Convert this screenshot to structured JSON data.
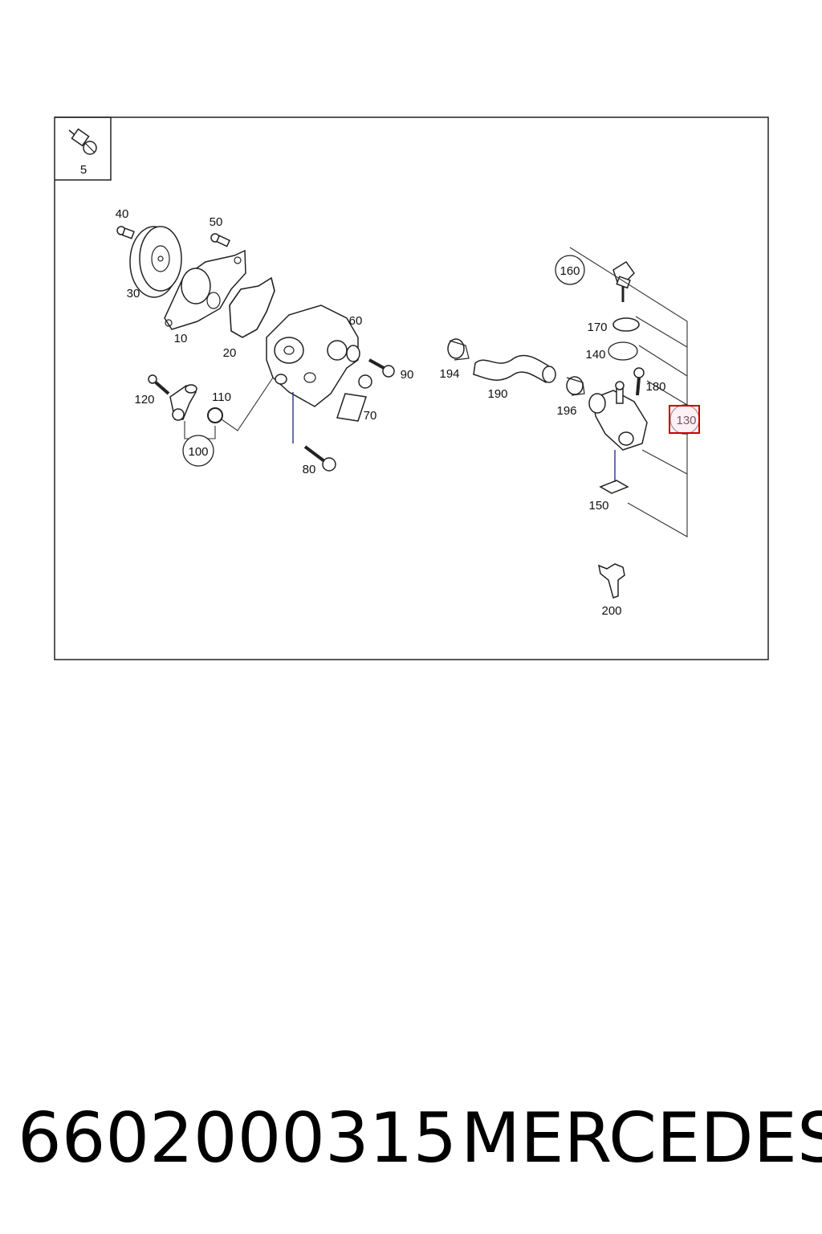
{
  "inset": {
    "label": "5"
  },
  "callouts": [
    {
      "id": "10",
      "label": "10"
    },
    {
      "id": "20",
      "label": "20"
    },
    {
      "id": "30",
      "label": "30"
    },
    {
      "id": "40",
      "label": "40"
    },
    {
      "id": "50",
      "label": "50"
    },
    {
      "id": "60",
      "label": "60"
    },
    {
      "id": "70",
      "label": "70"
    },
    {
      "id": "80",
      "label": "80"
    },
    {
      "id": "90",
      "label": "90"
    },
    {
      "id": "100",
      "label": "100"
    },
    {
      "id": "110",
      "label": "110"
    },
    {
      "id": "120",
      "label": "120"
    },
    {
      "id": "130",
      "label": "130"
    },
    {
      "id": "140",
      "label": "140"
    },
    {
      "id": "150",
      "label": "150"
    },
    {
      "id": "160",
      "label": "160"
    },
    {
      "id": "170",
      "label": "170"
    },
    {
      "id": "180",
      "label": "180"
    },
    {
      "id": "190",
      "label": "190"
    },
    {
      "id": "194",
      "label": "194"
    },
    {
      "id": "196",
      "label": "196"
    },
    {
      "id": "200",
      "label": "200"
    }
  ],
  "highlight": {
    "part": "130",
    "color": "#cc0000"
  },
  "footer": {
    "part_number": "6602000315",
    "brand": "MERCEDES"
  }
}
